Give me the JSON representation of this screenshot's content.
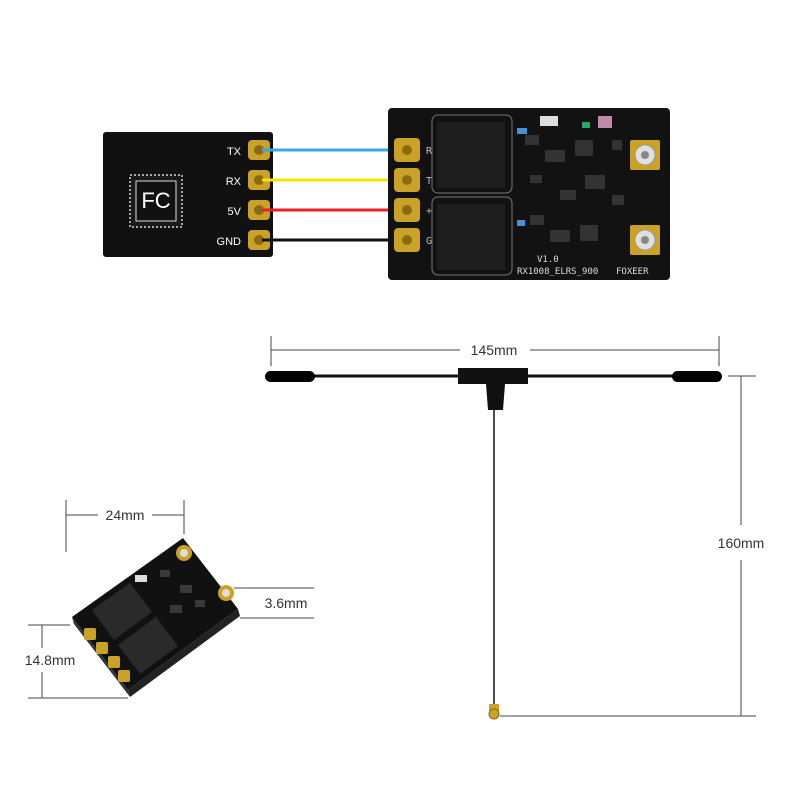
{
  "fc": {
    "chip_label": "FC",
    "pins": [
      "TX",
      "RX",
      "5V",
      "GND"
    ]
  },
  "receiver": {
    "pad_labels": [
      "R",
      "T",
      "+",
      "G"
    ],
    "version": "V1.0",
    "model": "RX1008_ELRS_900",
    "brand": "FOXEER"
  },
  "wires": [
    {
      "from": "TX",
      "to": "R",
      "color": "#3aa8e0"
    },
    {
      "from": "RX",
      "to": "T",
      "color": "#f5e400"
    },
    {
      "from": "5V",
      "to": "+",
      "color": "#e8202a"
    },
    {
      "from": "GND",
      "to": "G",
      "color": "#111111"
    }
  ],
  "dimensions": {
    "antenna_width": "145mm",
    "antenna_height": "160mm",
    "board_width": "24mm",
    "board_length": "14.8mm",
    "board_thickness": "3.6mm"
  },
  "colors": {
    "board": "#111111",
    "gold_pad": "#c9a227",
    "dim_line": "#444444"
  }
}
